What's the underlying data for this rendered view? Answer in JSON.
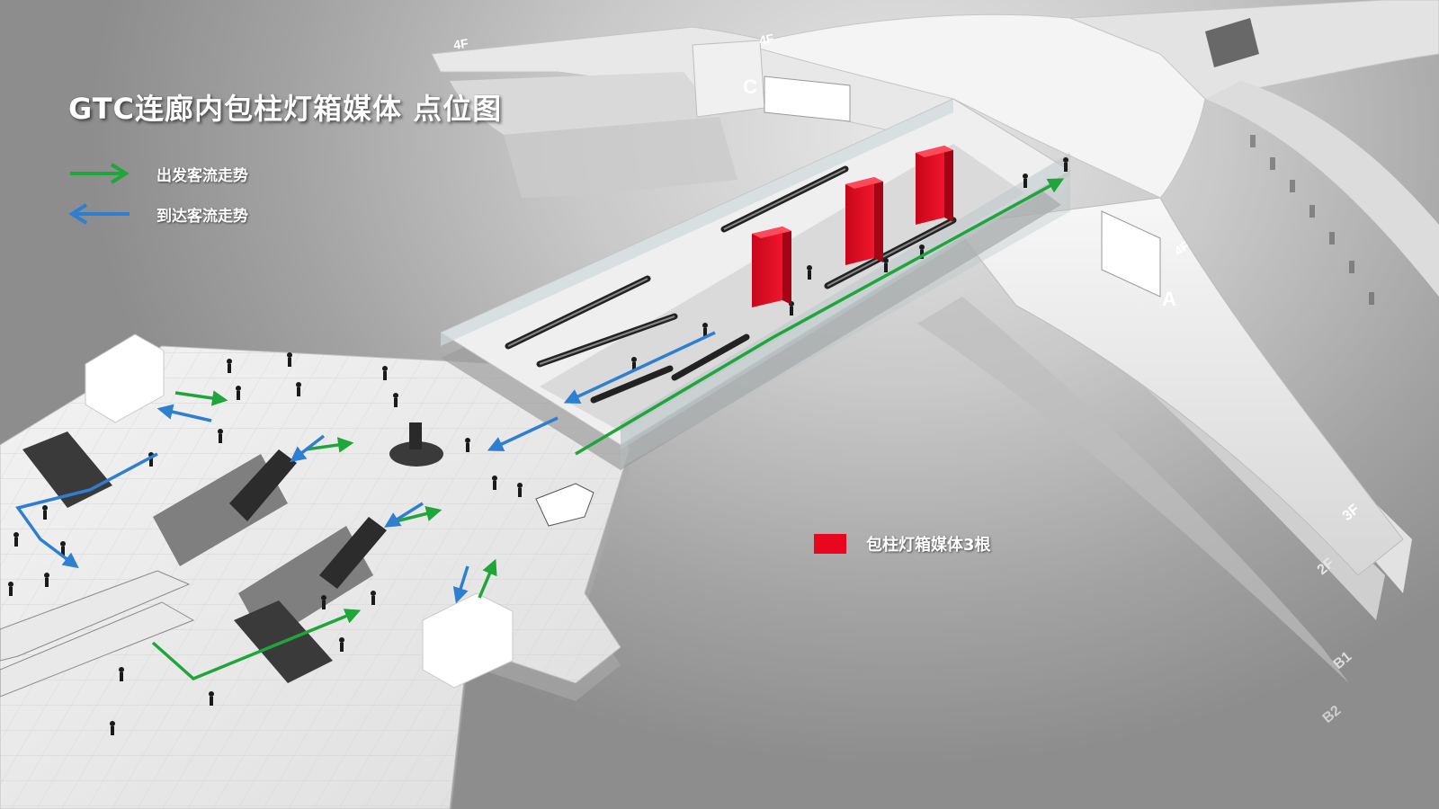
{
  "title": "GTC连廊内包柱灯箱媒体 点位图",
  "legend": {
    "departure": {
      "label": "出发客流走势",
      "color": "#1fa53a"
    },
    "arrival": {
      "label": "到达客流走势",
      "color": "#2f7fd1"
    },
    "media": {
      "label": "包柱灯箱媒体3根",
      "color": "#e8071e"
    }
  },
  "terminal_labels": {
    "zone_c": "C",
    "zone_a": "A",
    "floor_4f_left": "4F",
    "floor_4f_top": "4F",
    "floor_4f_right": "4F",
    "floor_3f": "3F",
    "floor_2f": "2F",
    "floor_b1": "B1",
    "floor_b2": "B2"
  },
  "media_columns": 3
}
